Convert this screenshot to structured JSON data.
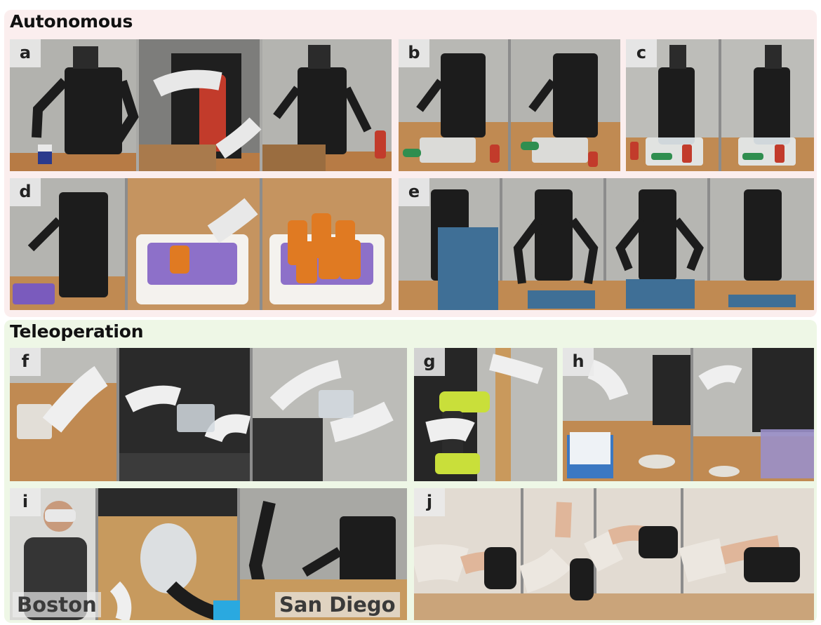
{
  "sections": {
    "autonomous": "Autonomous",
    "teleoperation": "Teleoperation"
  },
  "panels": {
    "a": "a",
    "b": "b",
    "c": "c",
    "d": "d",
    "e": "e",
    "f": "f",
    "g": "g",
    "h": "h",
    "i": "i",
    "j": "j"
  },
  "locations": {
    "left": "Boston",
    "right": "San Diego"
  }
}
